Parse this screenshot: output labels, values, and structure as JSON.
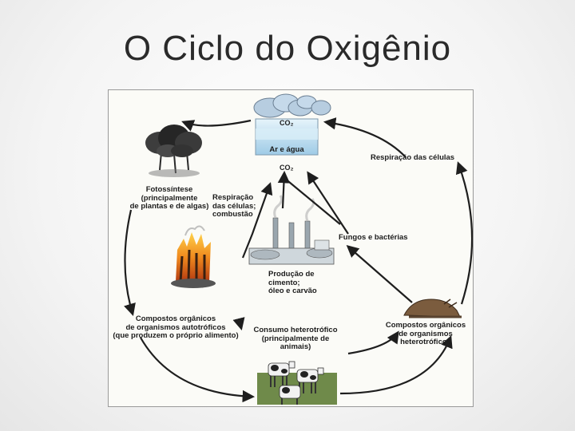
{
  "slide": {
    "title": "O Ciclo do Oxigênio"
  },
  "diagram": {
    "co2_top": "CO₂",
    "ar_e_agua": "Ar e água",
    "co2_bottom": "CO₂",
    "respiracao_celulas": "Respiração das células",
    "fotossintese": [
      "Fotossíntese",
      "(principalmente",
      "de plantas e de algas)"
    ],
    "respiracao_combustao": [
      "Respiração",
      "das células;",
      "combustão"
    ],
    "fungos_bacterias": "Fungos e bactérias",
    "producao_cimento": [
      "Produção de",
      "cimento;",
      "óleo e carvão"
    ],
    "compostos_autotroficos": [
      "Compostos orgânicos",
      "de organismos autotróficos",
      "(que produzem o próprio alimento)"
    ],
    "consumo_heterotrofico": [
      "Consumo heterotrófico",
      "(principalmente de",
      "animais)"
    ],
    "compostos_heterotroficos": [
      "Compostos orgânicos",
      "de organismos",
      "heterotróficos"
    ]
  },
  "colors": {
    "arrow": "#1e1e1e",
    "water": "#bfe0f3",
    "cloud": "#bcd3e6",
    "fire": "#e8761c",
    "grass": "#5d7a3a"
  }
}
